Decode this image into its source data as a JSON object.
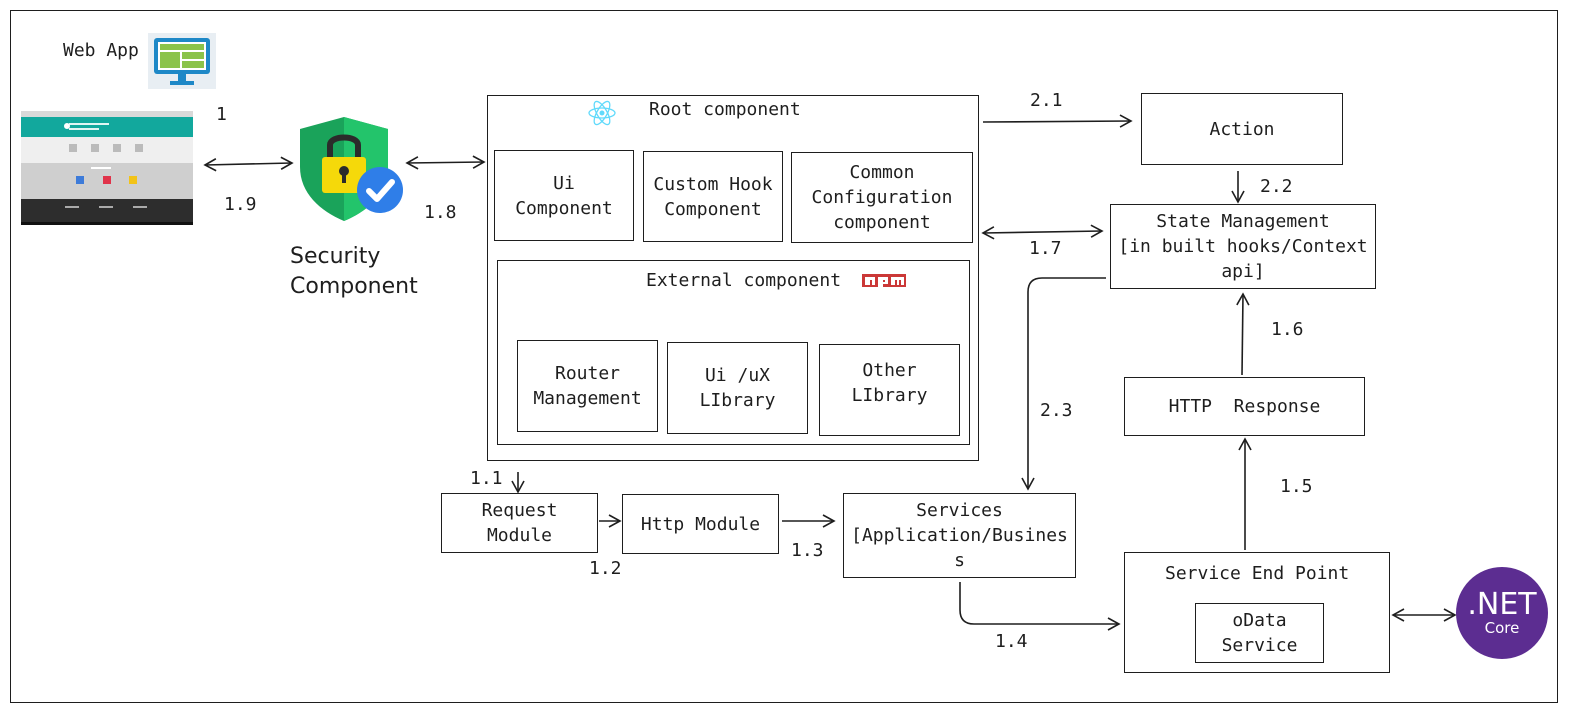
{
  "web_app": {
    "label": "Web App"
  },
  "security": {
    "label": "Security\nComponent"
  },
  "root": {
    "title": "Root component"
  },
  "inner": {
    "ui": "Ui\nComponent",
    "hook": "Custom Hook\nComponent",
    "common": "Common\nConfiguration\ncomponent"
  },
  "external": {
    "title": "External component",
    "router": "Router\nManagement",
    "uix": "Ui /uX\nLIbrary",
    "other": "Other\nLIbrary"
  },
  "boxes": {
    "action": "Action",
    "state": "State Management\n[in built hooks/Context\napi]",
    "http_response": "HTTP  Response",
    "request": "Request\nModule",
    "http_module": "Http Module",
    "services": "Services\n[Application/Busines\ns",
    "endpoint": "Service End Point",
    "odata": "oData\nService"
  },
  "labels": {
    "n1": "1",
    "n1_9": "1.9",
    "n1_8": "1.8",
    "n2_1": "2.1",
    "n2_2": "2.2",
    "n1_7": "1.7",
    "n1_6": "1.6",
    "n2_3": "2.3",
    "n1_5": "1.5",
    "n1_1": "1.1",
    "n1_2": "1.2",
    "n1_3": "1.3",
    "n1_4": "1.4"
  },
  "dotnet": {
    "main": ".NET",
    "sub": "Core"
  },
  "npm": {
    "text": "npm"
  }
}
